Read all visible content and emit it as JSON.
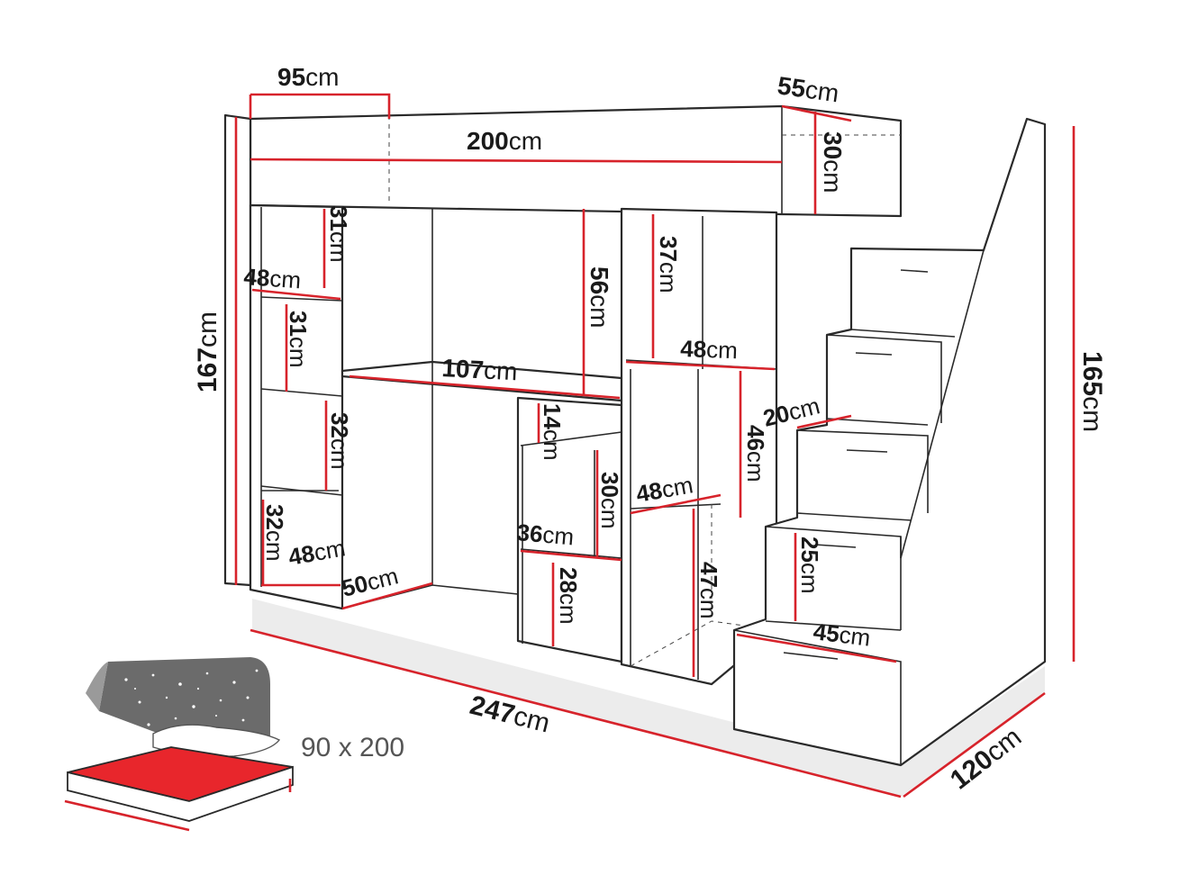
{
  "colors": {
    "outline": "#2a2a2a",
    "dimension_line": "#d7232b",
    "mattress_top": "#e8262c",
    "starry_panel": "#6b6b6b",
    "text": "#1a1a1a"
  },
  "dimensions": {
    "top_width": {
      "num": "95",
      "unit": "cm"
    },
    "top_depth": {
      "num": "55",
      "unit": "cm"
    },
    "bed_length": {
      "num": "200",
      "unit": "cm"
    },
    "rail_height": {
      "num": "30",
      "unit": "cm"
    },
    "total_height_left": {
      "num": "167",
      "unit": "cm"
    },
    "total_height_right": {
      "num": "165",
      "unit": "cm"
    },
    "shelf_top": {
      "num": "31",
      "unit": "cm"
    },
    "shelf_width": {
      "num": "48",
      "unit": "cm"
    },
    "shelf_mid": {
      "num": "31",
      "unit": "cm"
    },
    "shelf_low": {
      "num": "32",
      "unit": "cm"
    },
    "shelf_bottom": {
      "num": "32",
      "unit": "cm"
    },
    "shelf_bottom_width": {
      "num": "48",
      "unit": "cm"
    },
    "desk_depth": {
      "num": "50",
      "unit": "cm"
    },
    "desk_width": {
      "num": "107",
      "unit": "cm"
    },
    "desk_height_gap": {
      "num": "56",
      "unit": "cm"
    },
    "drawer_small": {
      "num": "14",
      "unit": "cm"
    },
    "drawer_mid": {
      "num": "30",
      "unit": "cm"
    },
    "drawer_width": {
      "num": "36",
      "unit": "cm"
    },
    "drawer_low": {
      "num": "28",
      "unit": "cm"
    },
    "wardrobe_top": {
      "num": "37",
      "unit": "cm"
    },
    "wardrobe_width": {
      "num": "48",
      "unit": "cm"
    },
    "wardrobe_mid": {
      "num": "46",
      "unit": "cm"
    },
    "wardrobe_inner_w": {
      "num": "48",
      "unit": "cm"
    },
    "wardrobe_low": {
      "num": "47",
      "unit": "cm"
    },
    "step_depth": {
      "num": "20",
      "unit": "cm"
    },
    "step_height": {
      "num": "25",
      "unit": "cm"
    },
    "step_width": {
      "num": "45",
      "unit": "cm"
    },
    "total_length": {
      "num": "247",
      "unit": "cm"
    },
    "total_depth": {
      "num": "120",
      "unit": "cm"
    }
  },
  "mattress": {
    "size_label": "90 x 200"
  }
}
